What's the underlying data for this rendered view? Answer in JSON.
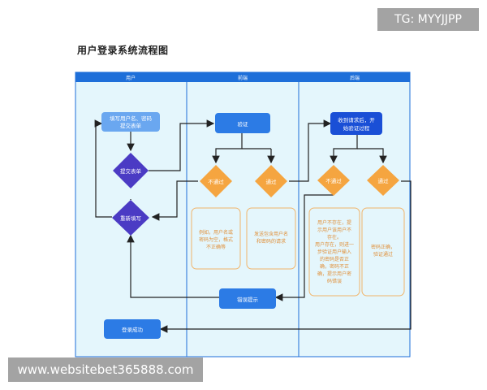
{
  "watermark_top": "TG: MYYJJPP",
  "watermark_bottom": "www.websitebet365888.com",
  "title": "用户登录系统流程图",
  "lanes": [
    "用户",
    "前端",
    "后端"
  ],
  "nodes": {
    "fill_form": [
      "填写用户名、密码",
      "提交表单"
    ],
    "submit_form": "提交表单",
    "refill": "重新填写",
    "verify": "验证",
    "fe_fail": "不通过",
    "fe_pass": "通过",
    "fe_fail_note": [
      "例如，用户名或",
      "密码为空，格式",
      "不正确等"
    ],
    "fe_pass_note": [
      "发送包含用户名",
      "和密码的请求"
    ],
    "backend_start": [
      "收到请求后，开",
      "始验证过程"
    ],
    "be_fail": "不通过",
    "be_pass": "通过",
    "be_fail_note": [
      "用户不存在，提",
      "示用户该用户不",
      "存在。",
      "用户存在，则进一",
      "步验证用户输入",
      "的密码是否正",
      "确，密码不正",
      "确，提示用户密",
      "码错误"
    ],
    "be_pass_note": [
      "密码正确，",
      "验证通过"
    ],
    "error_tip": "错误提示",
    "login_success": "登录成功"
  },
  "colors": {
    "lane_bg": "#e4f6fc",
    "lane_header": "#1e6fd9",
    "box_blue": "#2c7be5",
    "box_light": "#6aa7f0",
    "diamond_purple": "#4b3bc4",
    "diamond_orange": "#f5a540",
    "note_border": "#f1b46a",
    "backend_box": "#1a4fd6"
  }
}
